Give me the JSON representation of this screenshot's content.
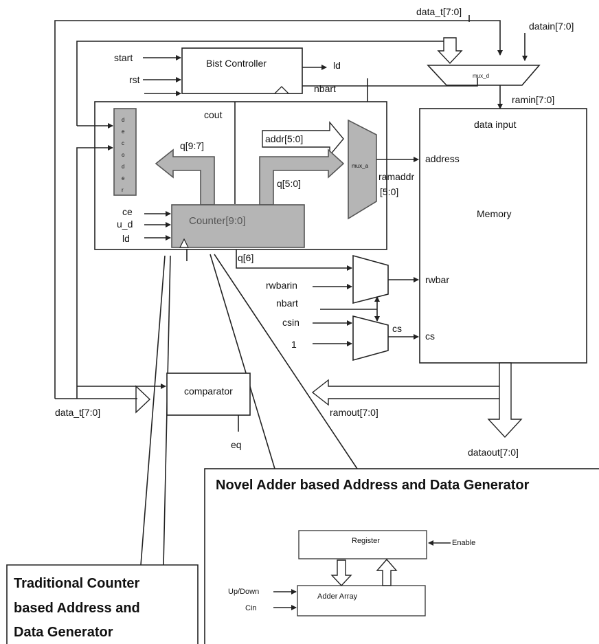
{
  "labels": {
    "data_t_top": "data_t[7:0]",
    "datain": "datain[7:0]",
    "mux_d": "mux_d",
    "start": "start",
    "rst": "rst",
    "bist_controller": "Bist Controller",
    "ld_out": "ld",
    "nbart_top": "nbart",
    "cout": "cout",
    "ramin": "ramin[7:0]",
    "data_input": "data input",
    "decoder_letters": [
      "d",
      "e",
      "c",
      "o",
      "d",
      "e",
      "r"
    ],
    "q97": "q[9:7]",
    "addr": "addr[5:0]",
    "mux_a": "mux_a",
    "address": "address",
    "ramaddr_1": "ramaddr",
    "ramaddr_2": "[5:0]",
    "q50": "q[5:0]",
    "memory": "Memory",
    "ce": "ce",
    "ud": "u_d",
    "ld_in": "ld",
    "counter": "Counter[9:0]",
    "q6": "q[6]",
    "rwbarin": "rwbarin",
    "rwbar": "rwbar",
    "nbart_mid": "nbart",
    "csin": "csin",
    "cs_mux": "cs",
    "cs_mem": "cs",
    "one": "1",
    "comparator": "comparator",
    "data_t_bottom": "data_t[7:0]",
    "ramout": "ramout[7:0]",
    "eq": "eq",
    "dataout": "dataout[7:0]"
  },
  "novel": {
    "title": "Novel Adder based Address and Data Generator",
    "register": "Register",
    "enable": "Enable",
    "adder_array": "Adder Array",
    "updown": "Up/Down",
    "cin": "Cin"
  },
  "traditional": {
    "line1": "Traditional Counter",
    "line2": "based Address and",
    "line3": "Data Generator"
  }
}
